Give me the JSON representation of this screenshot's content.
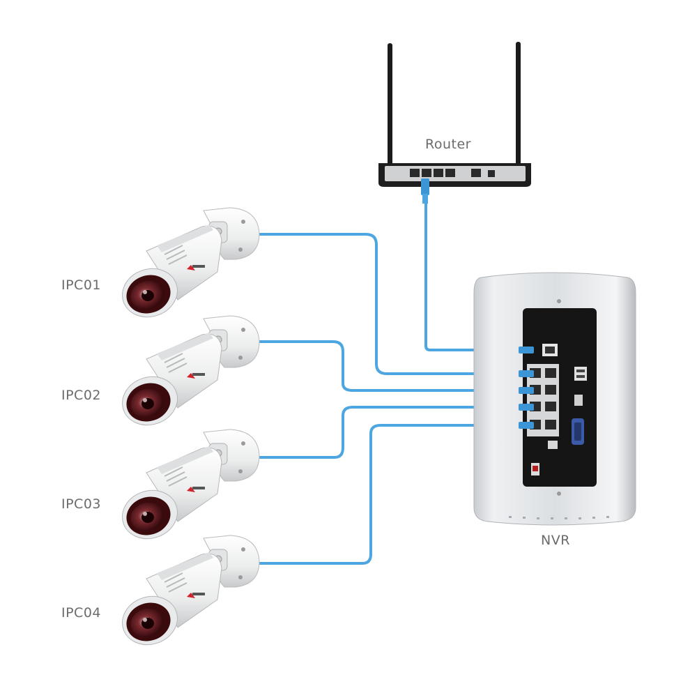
{
  "labels": {
    "router": "Router",
    "nvr": "NVR",
    "cameras": [
      "IPC01",
      "IPC02",
      "IPC03",
      "IPC04"
    ]
  },
  "colors": {
    "cable": "#4da6e0",
    "cable_dark": "#2f7fbf",
    "label": "#6b6b6b",
    "router_body": "#1e1e1e",
    "nvr_body": "#d9dbde",
    "nvr_panel": "#151515",
    "camera_body": "#f2f2f2",
    "camera_lens": "#5a1418"
  },
  "icons": [
    "router-icon",
    "nvr-icon",
    "bullet-camera-icon",
    "ethernet-plug-icon"
  ]
}
